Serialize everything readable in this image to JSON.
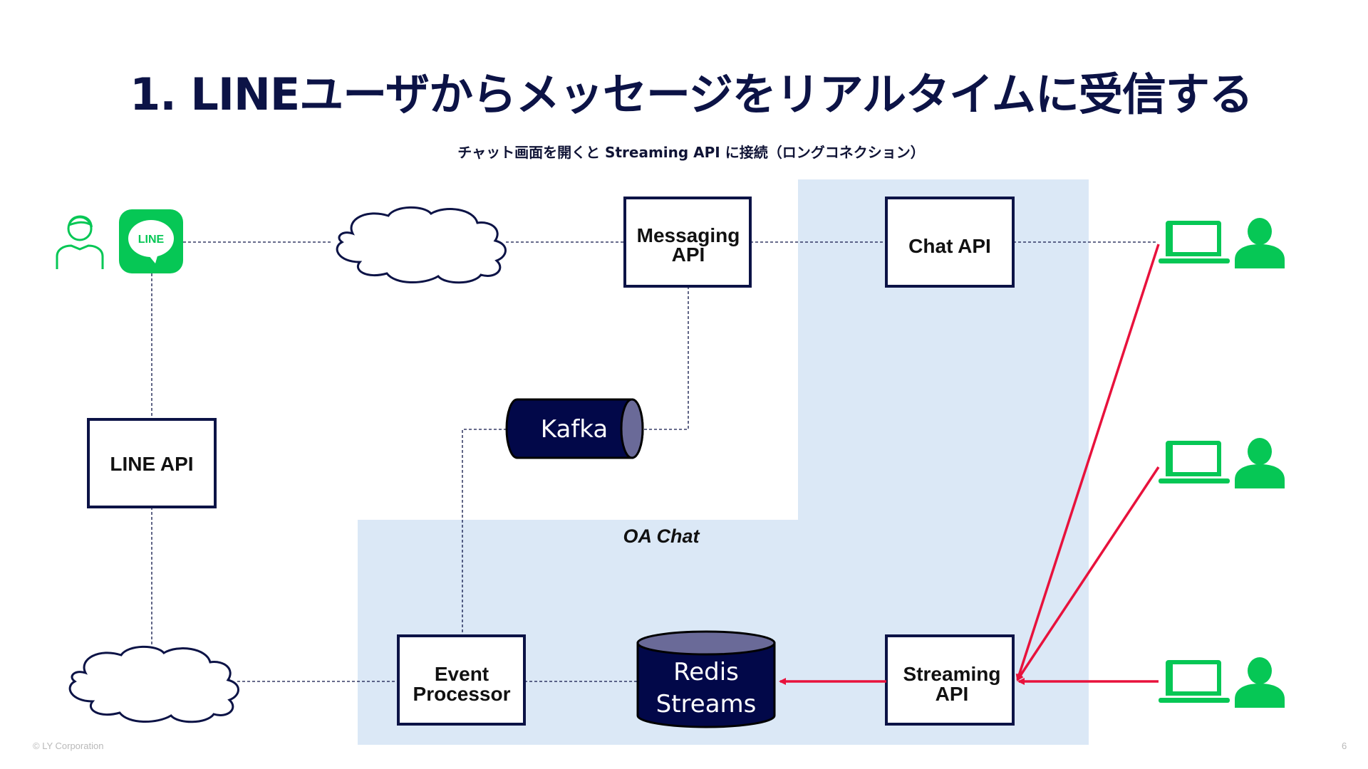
{
  "slide": {
    "title": "1. LINEユーザからメッセージをリアルタイムに受信する",
    "subtitle": "チャット画面を開くと Streaming API に接続（ロングコネクション）",
    "footer_copyright": "© LY Corporation",
    "page_number": "6"
  },
  "diagram": {
    "group_label": "OA Chat",
    "line_app_icon_text": "LINE",
    "nodes": {
      "line_api": "LINE API",
      "messaging_api_line1": "Messaging",
      "messaging_api_line2": "API",
      "chat_api": "Chat API",
      "kafka": "Kafka",
      "event_processor_line1": "Event",
      "event_processor_line2": "Processor",
      "redis_line1": "Redis",
      "redis_line2": "Streams",
      "streaming_api_line1": "Streaming",
      "streaming_api_line2": "API"
    },
    "colors": {
      "title": "#0c1346",
      "box_border": "#0c1346",
      "cylinder_fill": "#020849",
      "cylinder_cap": "#6a6a98",
      "group_bg": "#dbe8f6",
      "arrow_red": "#e8123c",
      "line_green": "#06c755"
    }
  }
}
